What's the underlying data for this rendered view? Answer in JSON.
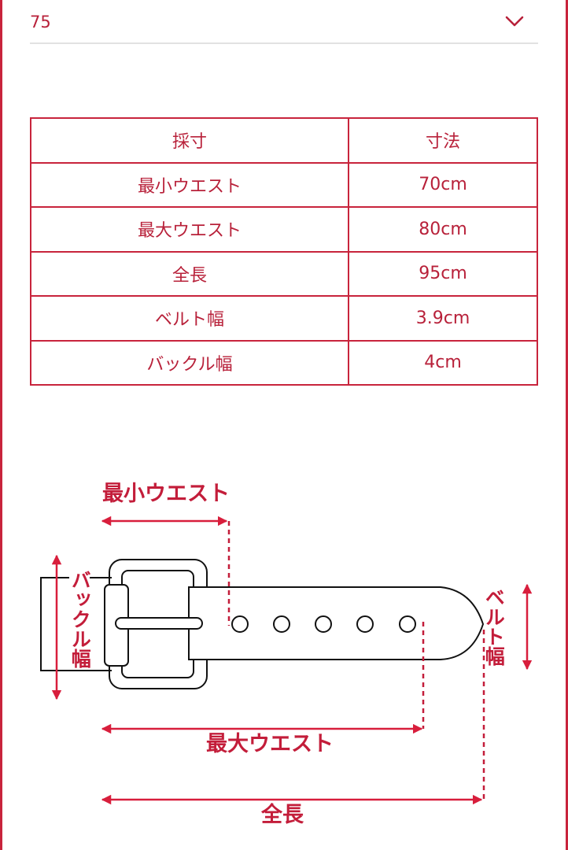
{
  "size_selector": {
    "selected_value": "75",
    "icon": "chevron-down-icon"
  },
  "size_table": {
    "headers": [
      "採寸",
      "寸法"
    ],
    "rows": [
      {
        "label": "最小ウエスト",
        "value": "70cm"
      },
      {
        "label": "最大ウエスト",
        "value": "80cm"
      },
      {
        "label": "全長",
        "value": "95cm"
      },
      {
        "label": "ベルト幅",
        "value": "3.9cm"
      },
      {
        "label": "バックル幅",
        "value": "4cm"
      }
    ]
  },
  "diagram": {
    "labels": {
      "min_waist": "最小ウエスト",
      "max_waist": "最大ウエスト",
      "total_length": "全長",
      "belt_width": "ベルト幅",
      "buckle_width": "バックル幅"
    },
    "hole_count": 5
  },
  "colors": {
    "accent": "#c8243c",
    "text": "#b8213a",
    "divider": "#e2e2e2",
    "outline": "#111111"
  }
}
